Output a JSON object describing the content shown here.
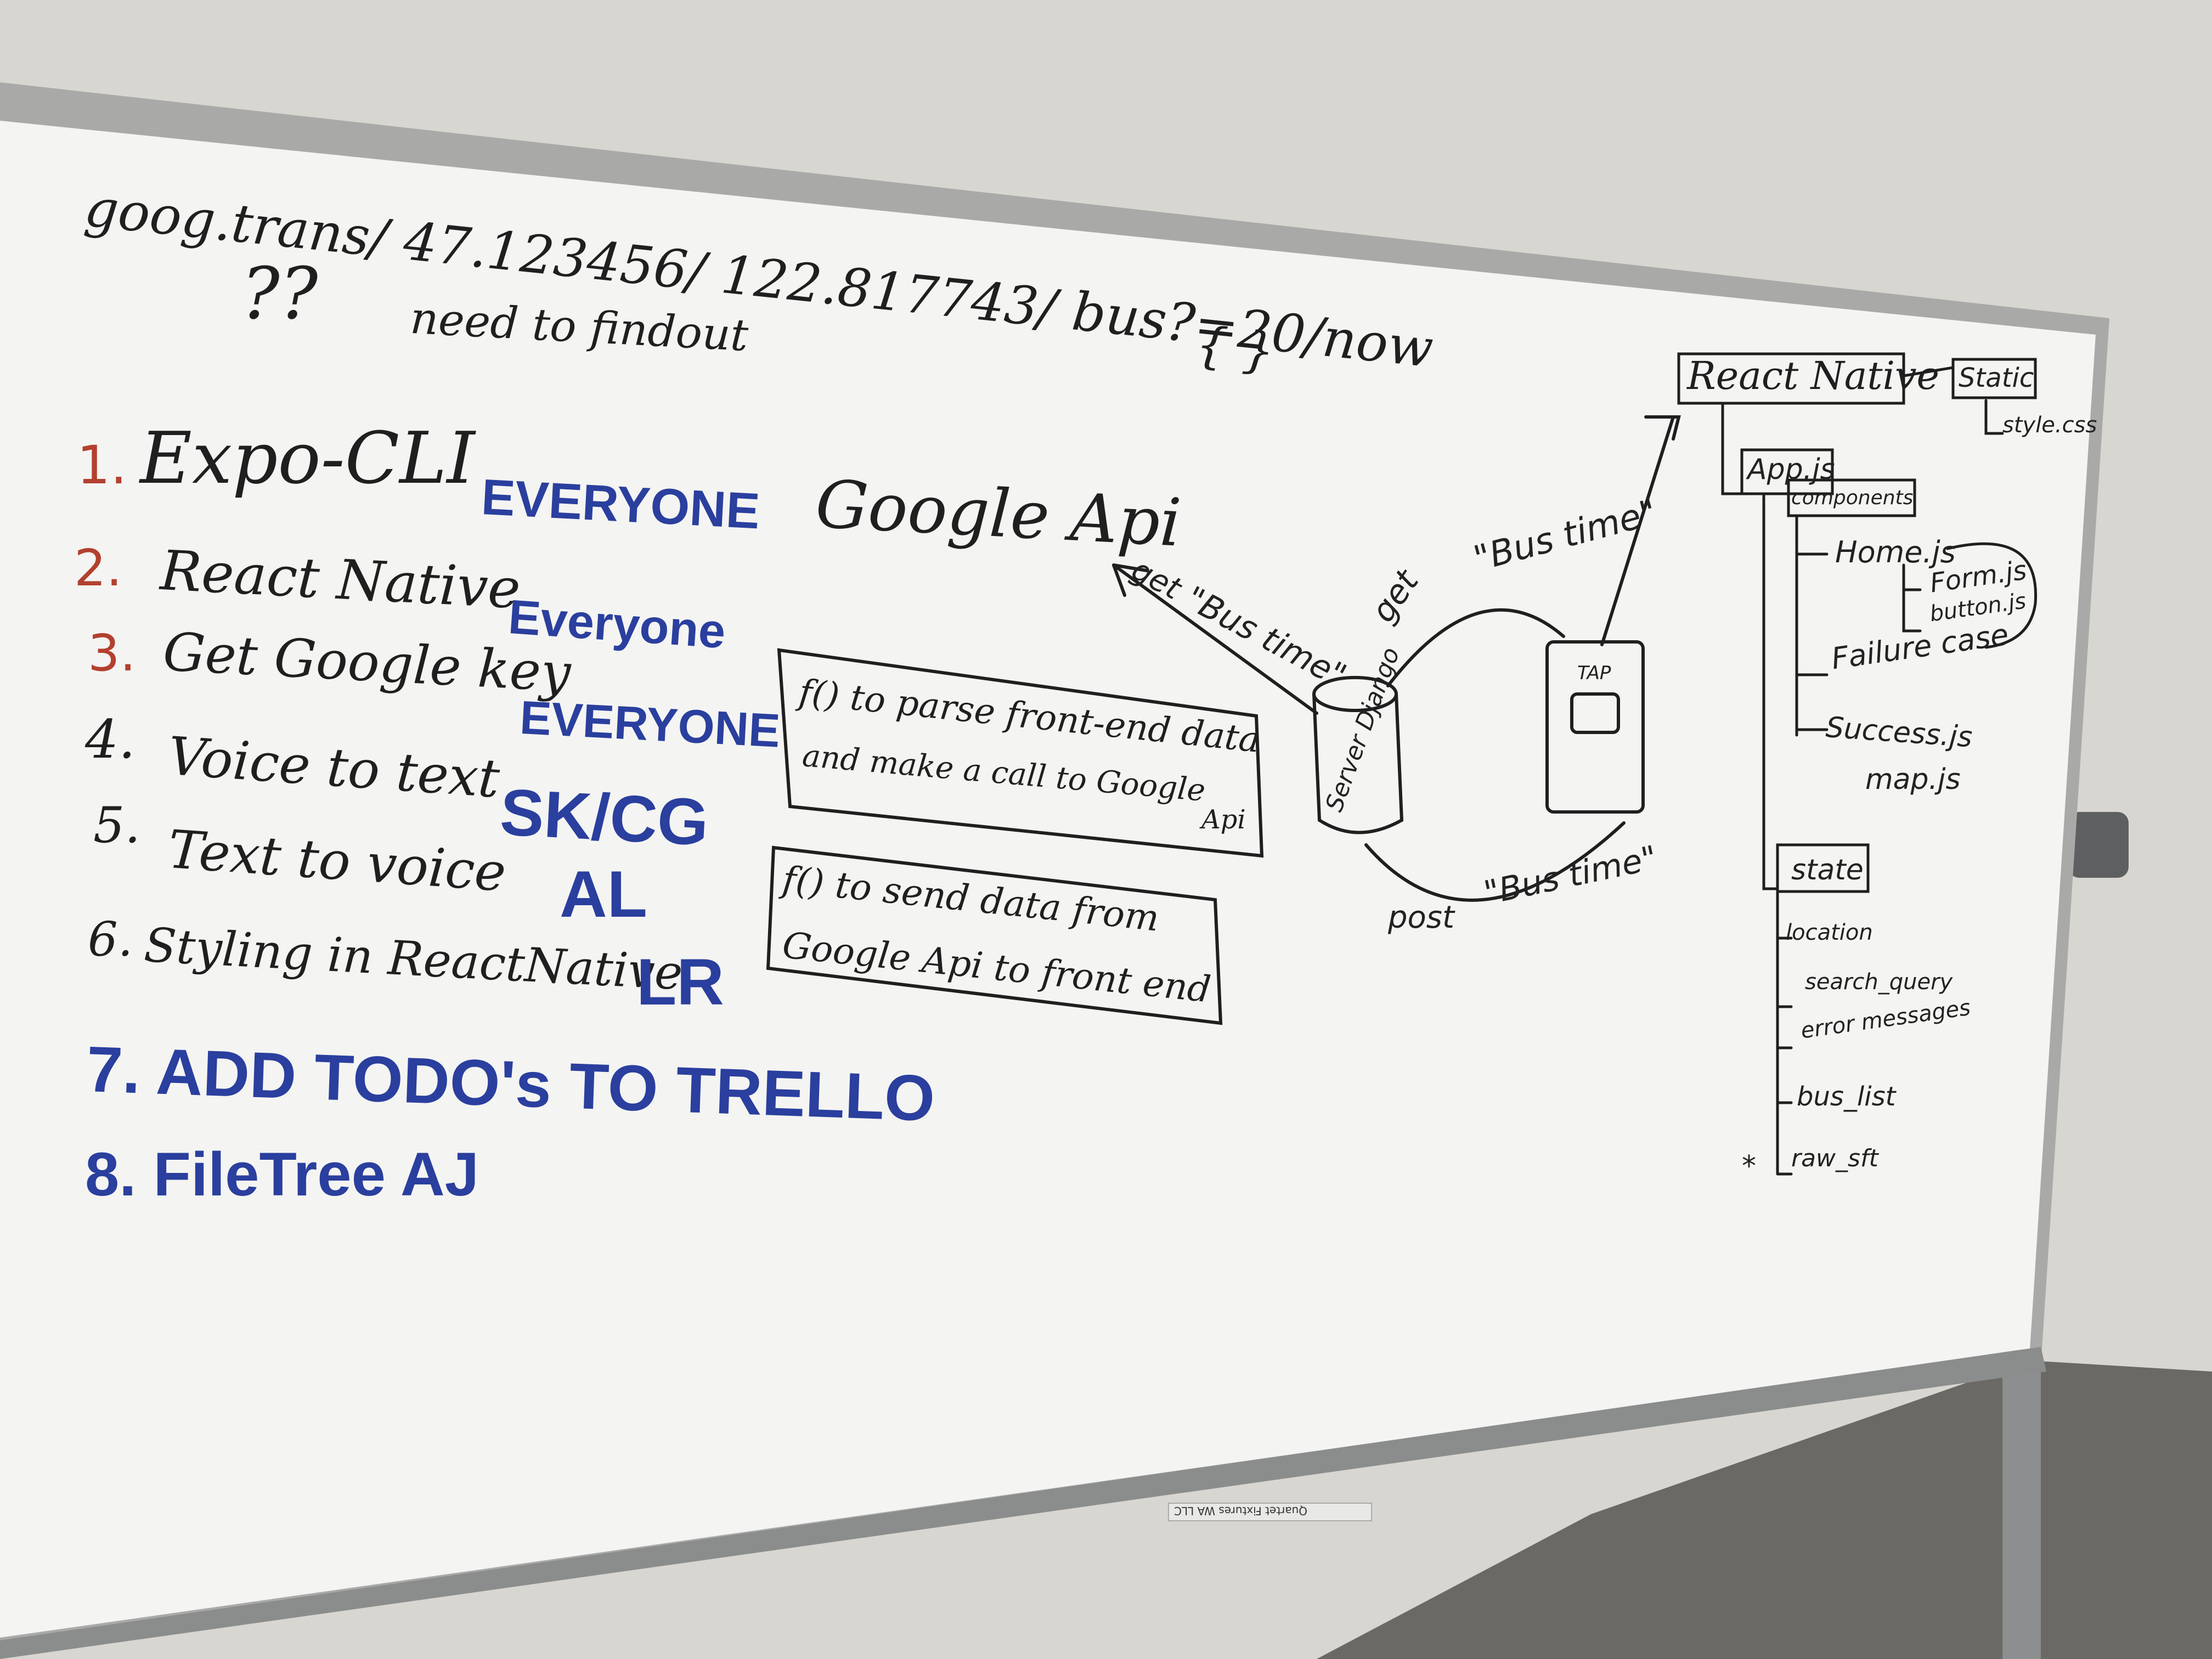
{
  "board": {
    "url_line": "goog.trans/ 47.123456/ 122.817743/ bus?=20/now",
    "braces": "{ }",
    "question": "??",
    "find_out": "need to findout"
  },
  "todo_list": [
    {
      "num": "1.",
      "task": "Expo-CLI",
      "owner": "EVERYONE"
    },
    {
      "num": "2.",
      "task": "React Native",
      "owner": "Everyone"
    },
    {
      "num": "3.",
      "task": "Get Google key",
      "owner": "EVERYONE"
    },
    {
      "num": "4.",
      "task": "Voice to text",
      "owner": "SK/CG"
    },
    {
      "num": "5.",
      "task": "Text to voice",
      "owner": "AL"
    },
    {
      "num": "6.",
      "task": "Styling in ReactNative",
      "owner": "LR"
    }
  ],
  "todo_extra": [
    {
      "num": "7.",
      "task": "ADD TODO's TO TRELLO"
    },
    {
      "num": "8.",
      "task": "FileTree AJ"
    }
  ],
  "architecture": {
    "google_api": "Google Api",
    "get_label": "get",
    "bus_time": "\"Bus time\"",
    "post_label": "post",
    "server_label": "Server Django",
    "app_label": "TAP",
    "note1_line1": "f() to parse front-end data",
    "note1_line2": "and make a call to Google",
    "note1_line3": "Api",
    "note2_line1": "f() to send data from",
    "note2_line2": "Google Api to front end"
  },
  "file_tree": {
    "root": "React Native",
    "static": "Static",
    "style": "style.css",
    "app": "App.js",
    "components": "components",
    "home": "Home.js",
    "form": "Form.js",
    "button": "button.js",
    "failure": "Failure case",
    "success": "Success.js",
    "map": "map.js",
    "state": "state",
    "state_items": [
      "location",
      "search_query",
      "error messages",
      "bus_list",
      "raw_sft"
    ],
    "star": "*"
  },
  "tray_label": "Quartet Fixtures WA LLC",
  "colors": {
    "wall": "#d9d7d2",
    "board": "#f3f3f1",
    "frame": "#a9aaa8",
    "carpet": "#6e6c68",
    "marker_black": "#1f1f1f",
    "marker_blue": "#2a3f9e",
    "marker_red": "#b3402f"
  }
}
